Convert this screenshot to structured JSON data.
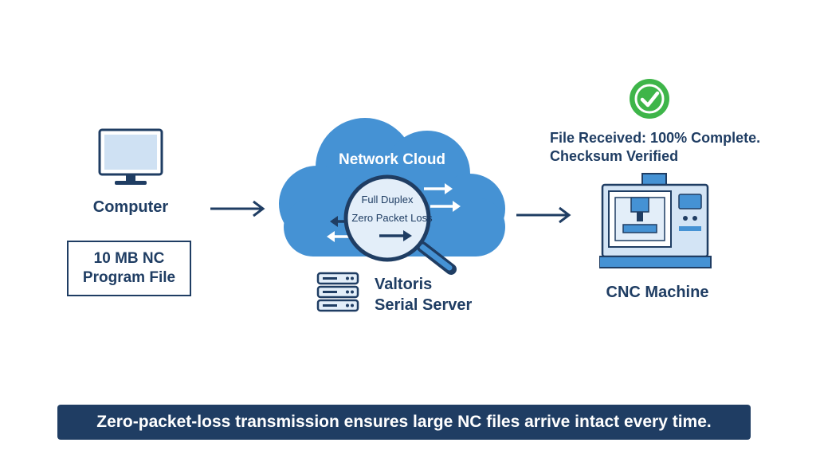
{
  "computer": {
    "label": "Computer",
    "icon": "monitor-icon"
  },
  "file": {
    "line1": "10 MB NC",
    "line2": "Program File"
  },
  "cloud": {
    "title": "Network Cloud",
    "feature_1": "Full Duplex",
    "feature_2": "Zero Packet Loss",
    "icon": "magnifier-icon"
  },
  "server": {
    "line1": "Valtoris",
    "line2": "Serial Server",
    "icon": "server-rack-icon"
  },
  "cnc": {
    "label": "CNC Machine",
    "icon": "cnc-machine-icon"
  },
  "status": {
    "line1": "File Received: 100% Complete.",
    "line2": "Checksum Verified",
    "icon": "checkmark-icon"
  },
  "banner": {
    "text": "Zero-packet-loss transmission ensures large NC files arrive intact every time."
  },
  "colors": {
    "navy": "#1f3d63",
    "cloud_blue": "#4592d4",
    "light_blue": "#d3e4f5",
    "success_green": "#3eb549"
  }
}
